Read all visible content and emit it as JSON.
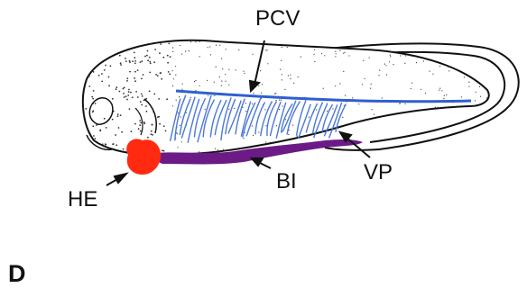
{
  "figure": {
    "panel_letter": "D",
    "labels": {
      "pcv": "PCV",
      "vp": "VP",
      "bi": "BI",
      "he": "HE"
    },
    "colors": {
      "pcv_vessel": "#2f5fd0",
      "vp_vessels": "#4a78d8",
      "bi_region": "#6b1a86",
      "he_heart": "#ff2a10",
      "outline": "#111111",
      "stipple": "#333333"
    }
  }
}
